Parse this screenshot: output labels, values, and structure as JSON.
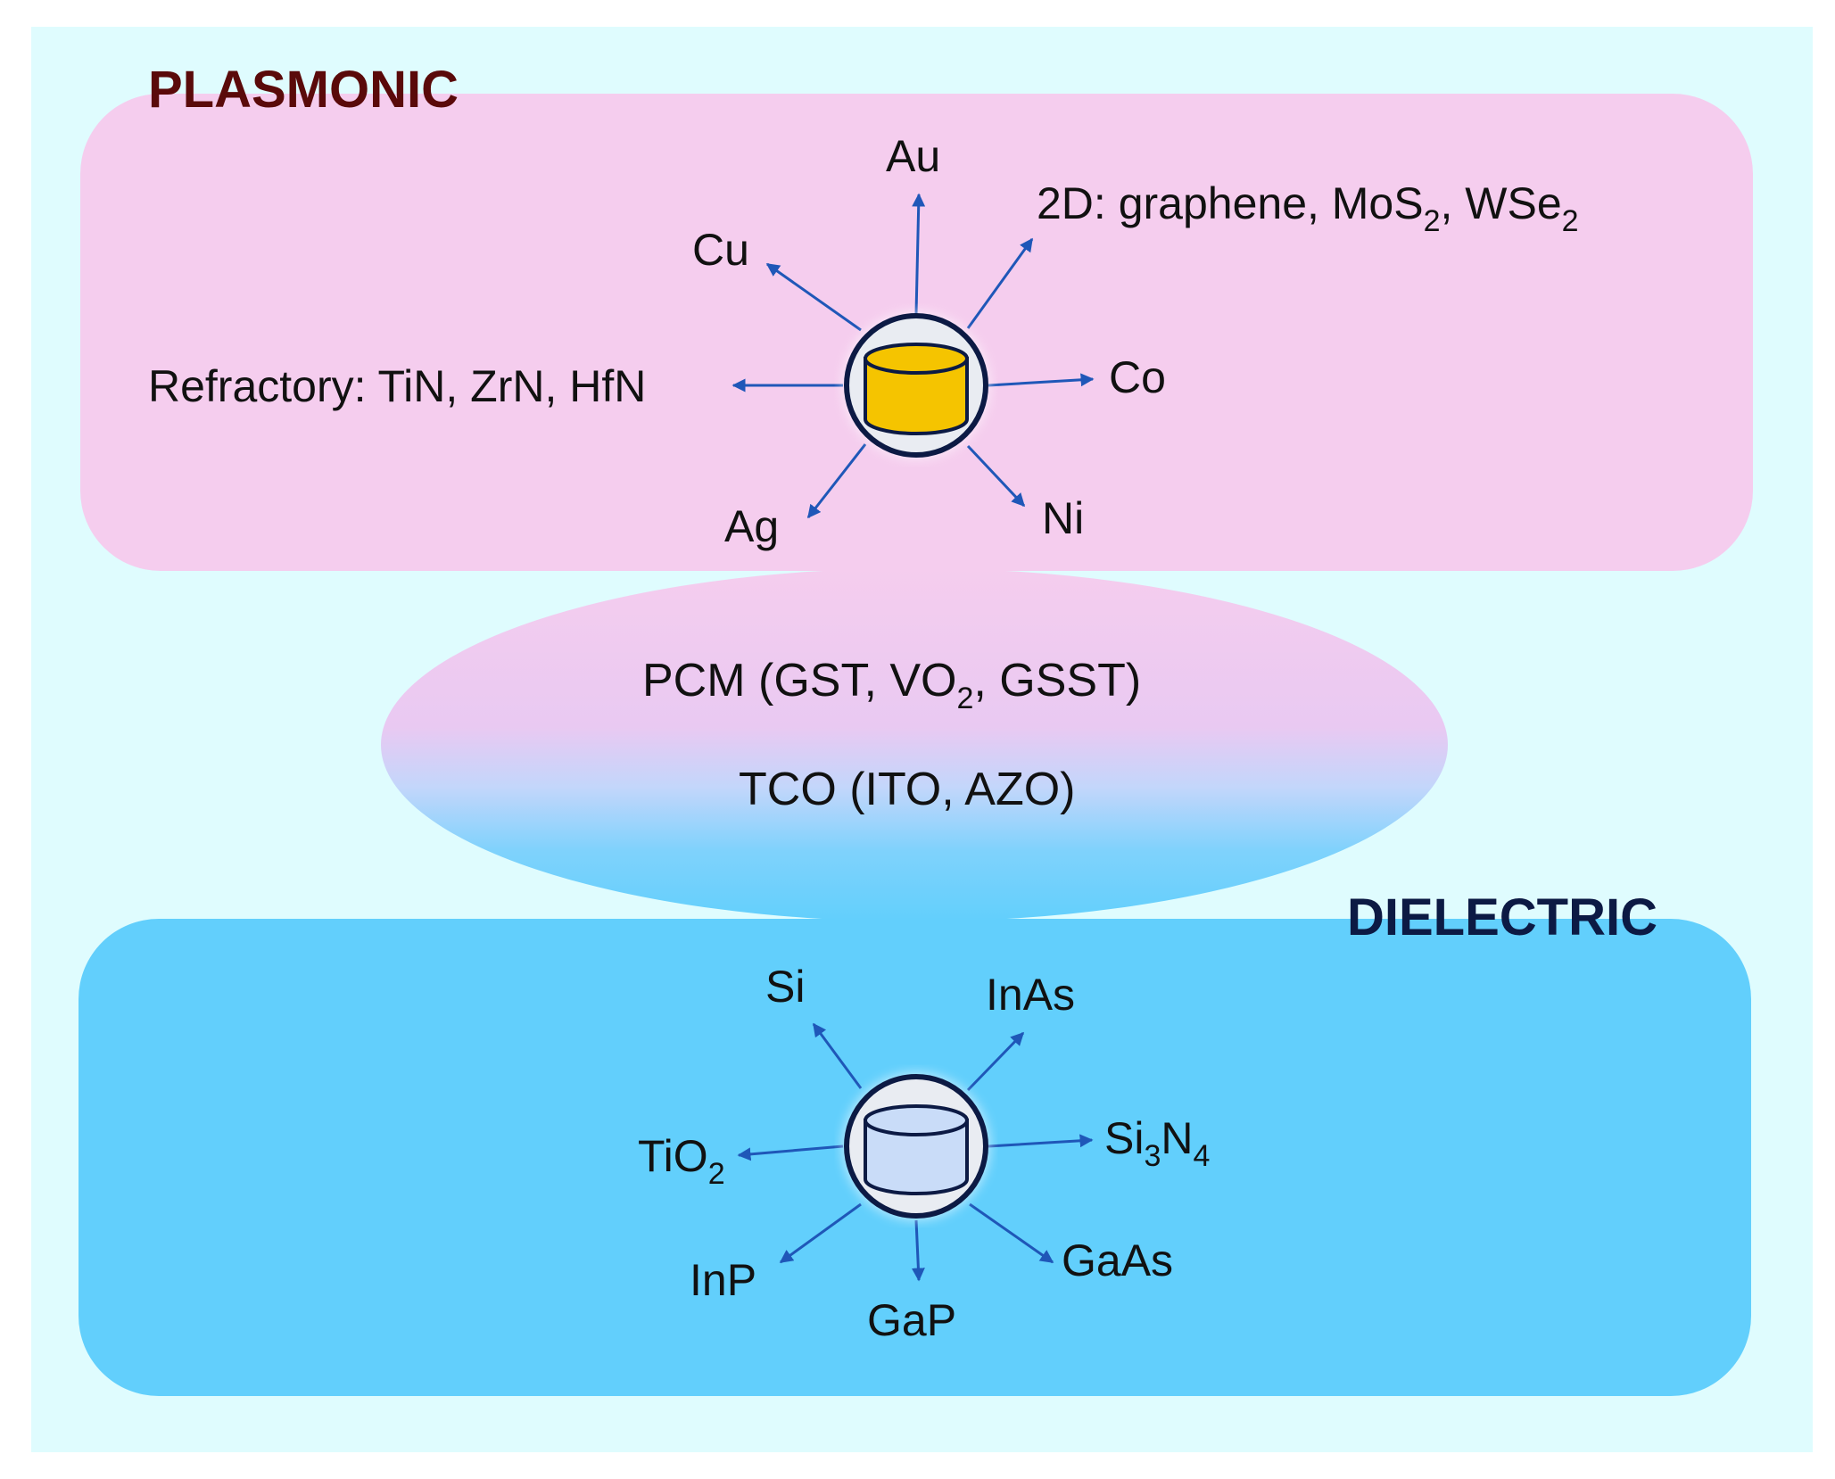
{
  "categories": {
    "plasmonic": "PLASMONIC",
    "dielectric": "DIELECTRIC"
  },
  "plasmonic_materials": {
    "au": "Au",
    "cu": "Cu",
    "co": "Co",
    "ni": "Ni",
    "ag": "Ag",
    "refractory": "Refractory: TiN, ZrN, HfN",
    "two_d": {
      "prefix": "2D: graphene,  MoS",
      "sub1": "2",
      "mid": ", WSe",
      "sub2": "2"
    }
  },
  "tunable_materials": {
    "pcm": {
      "prefix": "PCM (GST, VO",
      "sub": "2",
      "suffix": ", GSST)"
    },
    "tco": "TCO (ITO, AZO)"
  },
  "dielectric_materials": {
    "si": "Si",
    "inas": "InAs",
    "si3n4": {
      "a": "Si",
      "s1": "3",
      "b": "N",
      "s2": "4"
    },
    "tio2": {
      "a": "TiO",
      "s1": "2"
    },
    "inp": "InP",
    "gap": "GaP",
    "gaas": "GaAs"
  },
  "colors": {
    "background": "#dffcfe",
    "plasmonic_region": "#f5cdee",
    "dielectric_region": "#62cffc",
    "plasmonic_title": "#5a0a0a",
    "dielectric_title": "#0c1a44",
    "arrow": "#1f57b8",
    "gold_particle": "#f5c400",
    "dielectric_particle": "#c9dcf8"
  },
  "icons": {
    "plasmonic_particle": "gold-cylinder-icon",
    "dielectric_particle": "dielectric-cylinder-icon"
  }
}
